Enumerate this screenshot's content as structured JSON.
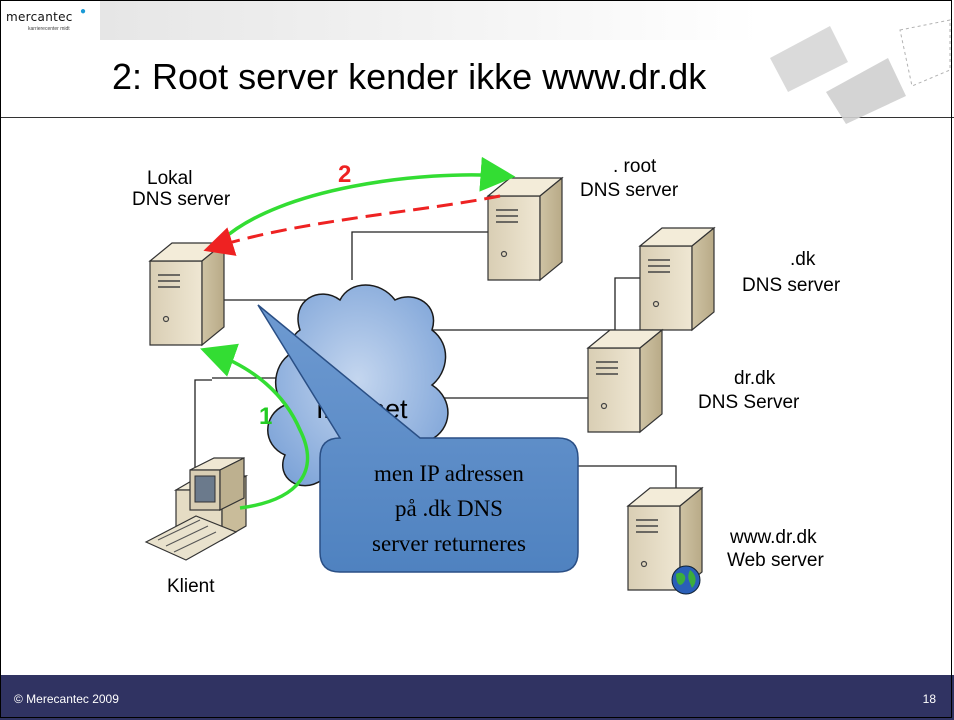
{
  "logo": {
    "name": "mercantec",
    "subtitle": "karrierecenter midt"
  },
  "title": "2: Root server kender ikke www.dr.dk",
  "footer": {
    "copyright": "© Merecantec 2009",
    "page_number": "18"
  },
  "diagram": {
    "nodes": {
      "local": {
        "line1": "Lokal",
        "line2": "DNS server"
      },
      "root": {
        "line1": ". root",
        "line2": "DNS server"
      },
      "dk": {
        "line1": ".dk",
        "line2": "DNS server"
      },
      "drdk": {
        "line1": "dr.dk",
        "line2": "DNS Server"
      },
      "web": {
        "line1": "www.dr.dk",
        "line2": "Web server"
      },
      "client": {
        "label": "Klient"
      }
    },
    "internet_label": "Internet",
    "step1_label": "1",
    "step2_label": "2",
    "callout": {
      "line1": "men IP adressen",
      "line2": "på .dk DNS",
      "line3": "server returneres"
    }
  },
  "colors": {
    "green_arrow": "#33dd33",
    "red_arrow": "#ee2222",
    "step1": "#22cc22",
    "step2": "#ee2222",
    "callout_fill": "#5b8ec8",
    "footer_bg": "#303362",
    "cloud_fill": "#8fb2e0"
  }
}
